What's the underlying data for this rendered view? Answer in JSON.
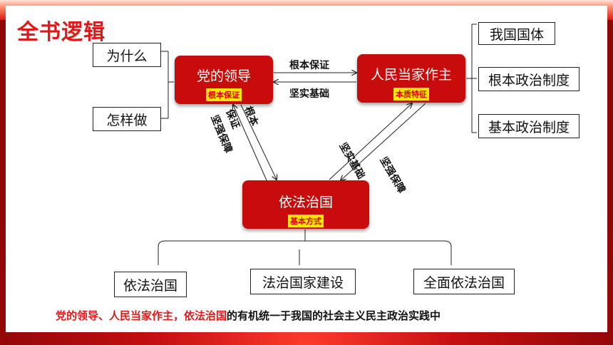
{
  "title": "全书逻辑",
  "left_questions": [
    "为什么",
    "怎样做"
  ],
  "right_items": [
    "我国国体",
    "根本政治制度",
    "基本政治制度"
  ],
  "nodes": {
    "party": {
      "label": "党的领导",
      "tag": "根本保证"
    },
    "people": {
      "label": "人民当家作主",
      "tag": "本质特征"
    },
    "law": {
      "label": "依法治国",
      "tag": "基本方式"
    }
  },
  "arrows": {
    "top_right": "根本保证",
    "top_left": "坚实基础",
    "left_diag_a": "根本",
    "left_diag_b": "保证",
    "left_diag_c": "坚强保障",
    "right_diag_a": "坚实基础",
    "right_diag_b": "坚强保障"
  },
  "bottom_items": [
    "依法治国",
    "法治国家建设",
    "全面依法治国"
  ],
  "summary": {
    "red": "党的领导、人民当家作主，依法治国",
    "black": "的有机统一于我国的社会主义民主政治实践中"
  }
}
